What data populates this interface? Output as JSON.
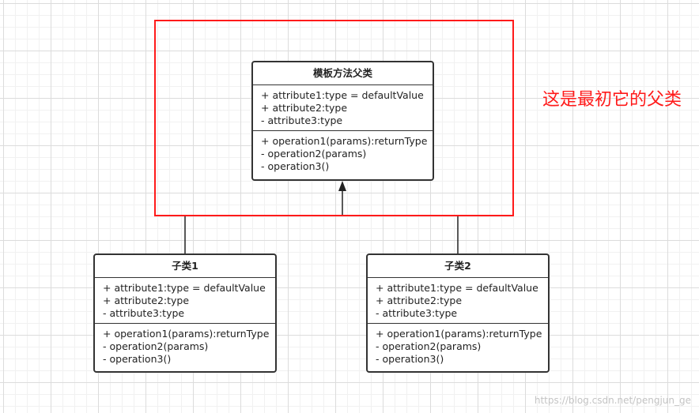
{
  "parent_class": {
    "name": "模板方法父类",
    "attributes": [
      "+ attribute1:type = defaultValue",
      "+ attribute2:type",
      "- attribute3:type"
    ],
    "operations": [
      "+ operation1(params):returnType",
      "- operation2(params)",
      "- operation3()"
    ]
  },
  "child_class_1": {
    "name": "子类1",
    "attributes": [
      "+ attribute1:type = defaultValue",
      "+ attribute2:type",
      "- attribute3:type"
    ],
    "operations": [
      "+ operation1(params):returnType",
      "- operation2(params)",
      "- operation3()"
    ]
  },
  "child_class_2": {
    "name": "子类2",
    "attributes": [
      "+ attribute1:type = defaultValue",
      "+ attribute2:type",
      "- attribute3:type"
    ],
    "operations": [
      "+ operation1(params):returnType",
      "- operation2(params)",
      "- operation3()"
    ]
  },
  "annotation": "这是最初它的父类",
  "watermark": "https://blog.csdn.net/pengjun_ge",
  "colors": {
    "annotation": "#ff1a1a",
    "frame": "#ff1a1a",
    "class_border": "#333333",
    "connector": "#222222",
    "grid": "#dcdcdc"
  }
}
